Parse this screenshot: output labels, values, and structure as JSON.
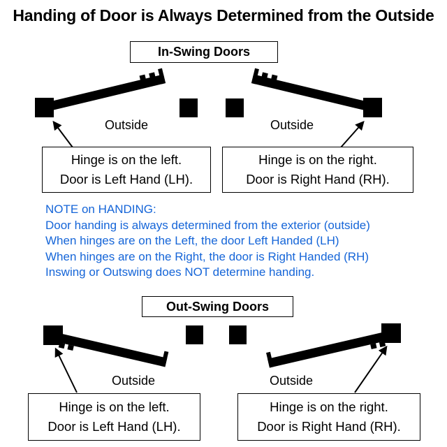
{
  "title": "Handing of Door is Always Determined from the Outside",
  "colors": {
    "note_text": "#1565d8",
    "diagram": "#000000"
  },
  "in_swing": {
    "header": "In-Swing Doors",
    "left": {
      "outside_label": "Outside",
      "caption_line1": "Hinge is on the left.",
      "caption_line2": "Door is Left Hand (LH)."
    },
    "right": {
      "outside_label": "Outside",
      "caption_line1": "Hinge is on the right.",
      "caption_line2": "Door is Right Hand (RH)."
    }
  },
  "note": {
    "heading": "NOTE on HANDING:",
    "lines": [
      "Door handing is always determined from the exterior (outside)",
      "When hinges are on the Left, the door Left Handed (LH)",
      "When hinges are on the Right, the door is Right Handed (RH)",
      "Inswing or Outswing does NOT determine handing."
    ]
  },
  "out_swing": {
    "header": "Out-Swing Doors",
    "left": {
      "outside_label": "Outside",
      "caption_line1": "Hinge is on the left.",
      "caption_line2": "Door is Left Hand (LH)."
    },
    "right": {
      "outside_label": "Outside",
      "caption_line1": "Hinge is on the right.",
      "caption_line2": "Door is Right Hand (RH)."
    }
  }
}
